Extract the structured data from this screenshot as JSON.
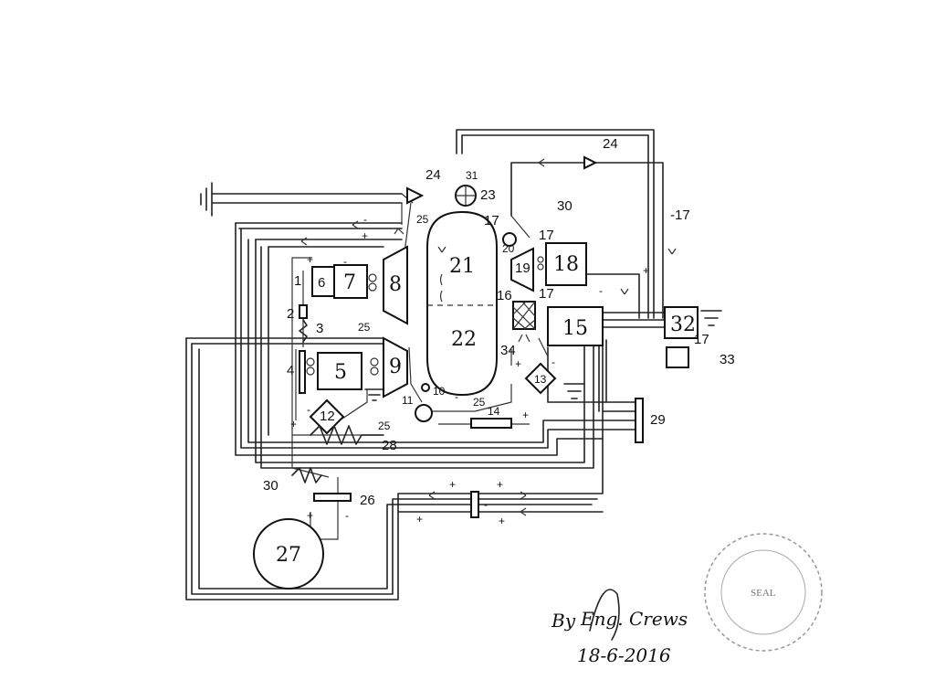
{
  "components": [
    {
      "id": "c1",
      "label": "1"
    },
    {
      "id": "c2",
      "label": "2"
    },
    {
      "id": "c3",
      "label": "3"
    },
    {
      "id": "c4",
      "label": "4"
    },
    {
      "id": "c5",
      "label": "5"
    },
    {
      "id": "c6",
      "label": "6"
    },
    {
      "id": "c7",
      "label": "7"
    },
    {
      "id": "c8",
      "label": "8"
    },
    {
      "id": "c9",
      "label": "9"
    },
    {
      "id": "c10",
      "label": "10"
    },
    {
      "id": "c11",
      "label": "11"
    },
    {
      "id": "c12",
      "label": "12"
    },
    {
      "id": "c13",
      "label": "13"
    },
    {
      "id": "c14",
      "label": "14"
    },
    {
      "id": "c15",
      "label": "15"
    },
    {
      "id": "c16",
      "label": "16"
    },
    {
      "id": "c17a",
      "label": "17"
    },
    {
      "id": "c17b",
      "label": "17"
    },
    {
      "id": "c17c",
      "label": "17"
    },
    {
      "id": "c17d",
      "label": "17"
    },
    {
      "id": "c17e",
      "label": "-17"
    },
    {
      "id": "c18",
      "label": "18"
    },
    {
      "id": "c19",
      "label": "19"
    },
    {
      "id": "c20",
      "label": "20"
    },
    {
      "id": "c21",
      "label": "21"
    },
    {
      "id": "c22",
      "label": "22"
    },
    {
      "id": "c23",
      "label": "23"
    },
    {
      "id": "c24a",
      "label": "24"
    },
    {
      "id": "c24b",
      "label": "24"
    },
    {
      "id": "c25a",
      "label": "25"
    },
    {
      "id": "c25b",
      "label": "25"
    },
    {
      "id": "c25c",
      "label": "25"
    },
    {
      "id": "c25d",
      "label": "25"
    },
    {
      "id": "c26",
      "label": "26"
    },
    {
      "id": "c27",
      "label": "27"
    },
    {
      "id": "c28",
      "label": "28"
    },
    {
      "id": "c29",
      "label": "29"
    },
    {
      "id": "c30a",
      "label": "30"
    },
    {
      "id": "c30b",
      "label": "30"
    },
    {
      "id": "c31",
      "label": "31"
    },
    {
      "id": "c32",
      "label": "32"
    },
    {
      "id": "c33",
      "label": "33"
    },
    {
      "id": "c34",
      "label": "34"
    }
  ],
  "polarity": {
    "plus": "+",
    "minus": "-"
  },
  "signature": {
    "by": "By",
    "name": "Eng. Crews",
    "date": "18-6-2016"
  },
  "stamp": {
    "text": "SEAL"
  }
}
